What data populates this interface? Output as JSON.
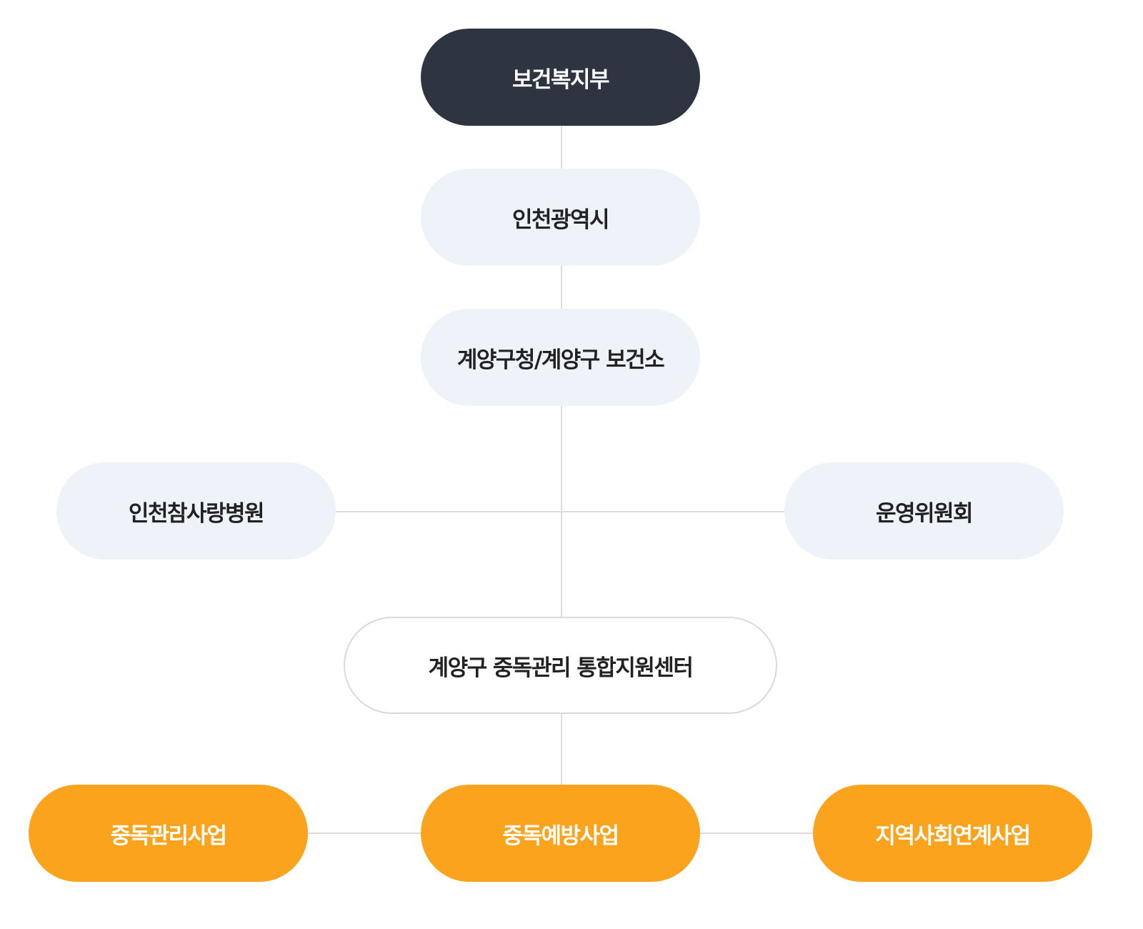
{
  "org_chart": {
    "ministry": "보건복지부",
    "metro_city": "인천광역시",
    "district_office": "계양구청/계양구 보건소",
    "hospital": "인천참사랑병원",
    "committee": "운영위원회",
    "center": "계양구 중독관리 통합지원센터",
    "programs": [
      "중독관리사업",
      "중독예방사업",
      "지역사회연계사업"
    ]
  },
  "colors": {
    "top_node": "#2e3540",
    "light_node": "#eef3f9",
    "program_node": "#fca31e",
    "connector": "#dcdcdc"
  }
}
